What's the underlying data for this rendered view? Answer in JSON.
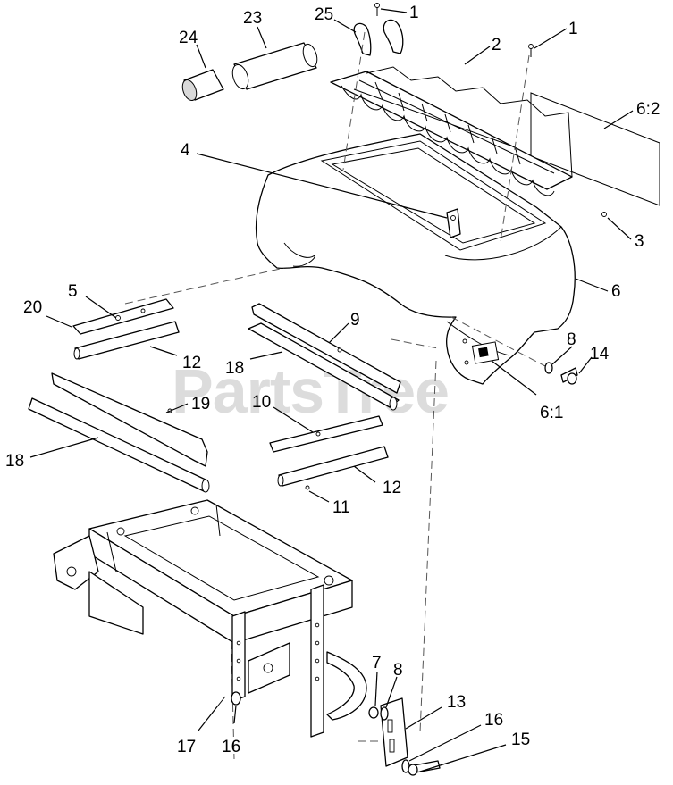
{
  "watermark": {
    "text": "PartsTree",
    "trademark": "TM",
    "color": "#d0d0d0"
  },
  "callouts": [
    {
      "id": "c-1a",
      "label": "1"
    },
    {
      "id": "c-1b",
      "label": "1"
    },
    {
      "id": "c-2",
      "label": "2"
    },
    {
      "id": "c-3",
      "label": "3"
    },
    {
      "id": "c-4",
      "label": "4"
    },
    {
      "id": "c-5",
      "label": "5"
    },
    {
      "id": "c-6",
      "label": "6"
    },
    {
      "id": "c-6-1",
      "label": "6:1"
    },
    {
      "id": "c-6-2",
      "label": "6:2"
    },
    {
      "id": "c-7",
      "label": "7"
    },
    {
      "id": "c-8a",
      "label": "8"
    },
    {
      "id": "c-8b",
      "label": "8"
    },
    {
      "id": "c-9",
      "label": "9"
    },
    {
      "id": "c-10",
      "label": "10"
    },
    {
      "id": "c-11",
      "label": "11"
    },
    {
      "id": "c-12a",
      "label": "12"
    },
    {
      "id": "c-12b",
      "label": "12"
    },
    {
      "id": "c-13",
      "label": "13"
    },
    {
      "id": "c-14",
      "label": "14"
    },
    {
      "id": "c-15",
      "label": "15"
    },
    {
      "id": "c-16a",
      "label": "16"
    },
    {
      "id": "c-16b",
      "label": "16"
    },
    {
      "id": "c-17",
      "label": "17"
    },
    {
      "id": "c-18a",
      "label": "18"
    },
    {
      "id": "c-18b",
      "label": "18"
    },
    {
      "id": "c-19",
      "label": "19"
    },
    {
      "id": "c-20",
      "label": "20"
    },
    {
      "id": "c-23",
      "label": "23"
    },
    {
      "id": "c-24",
      "label": "24"
    },
    {
      "id": "c-25",
      "label": "25"
    }
  ]
}
